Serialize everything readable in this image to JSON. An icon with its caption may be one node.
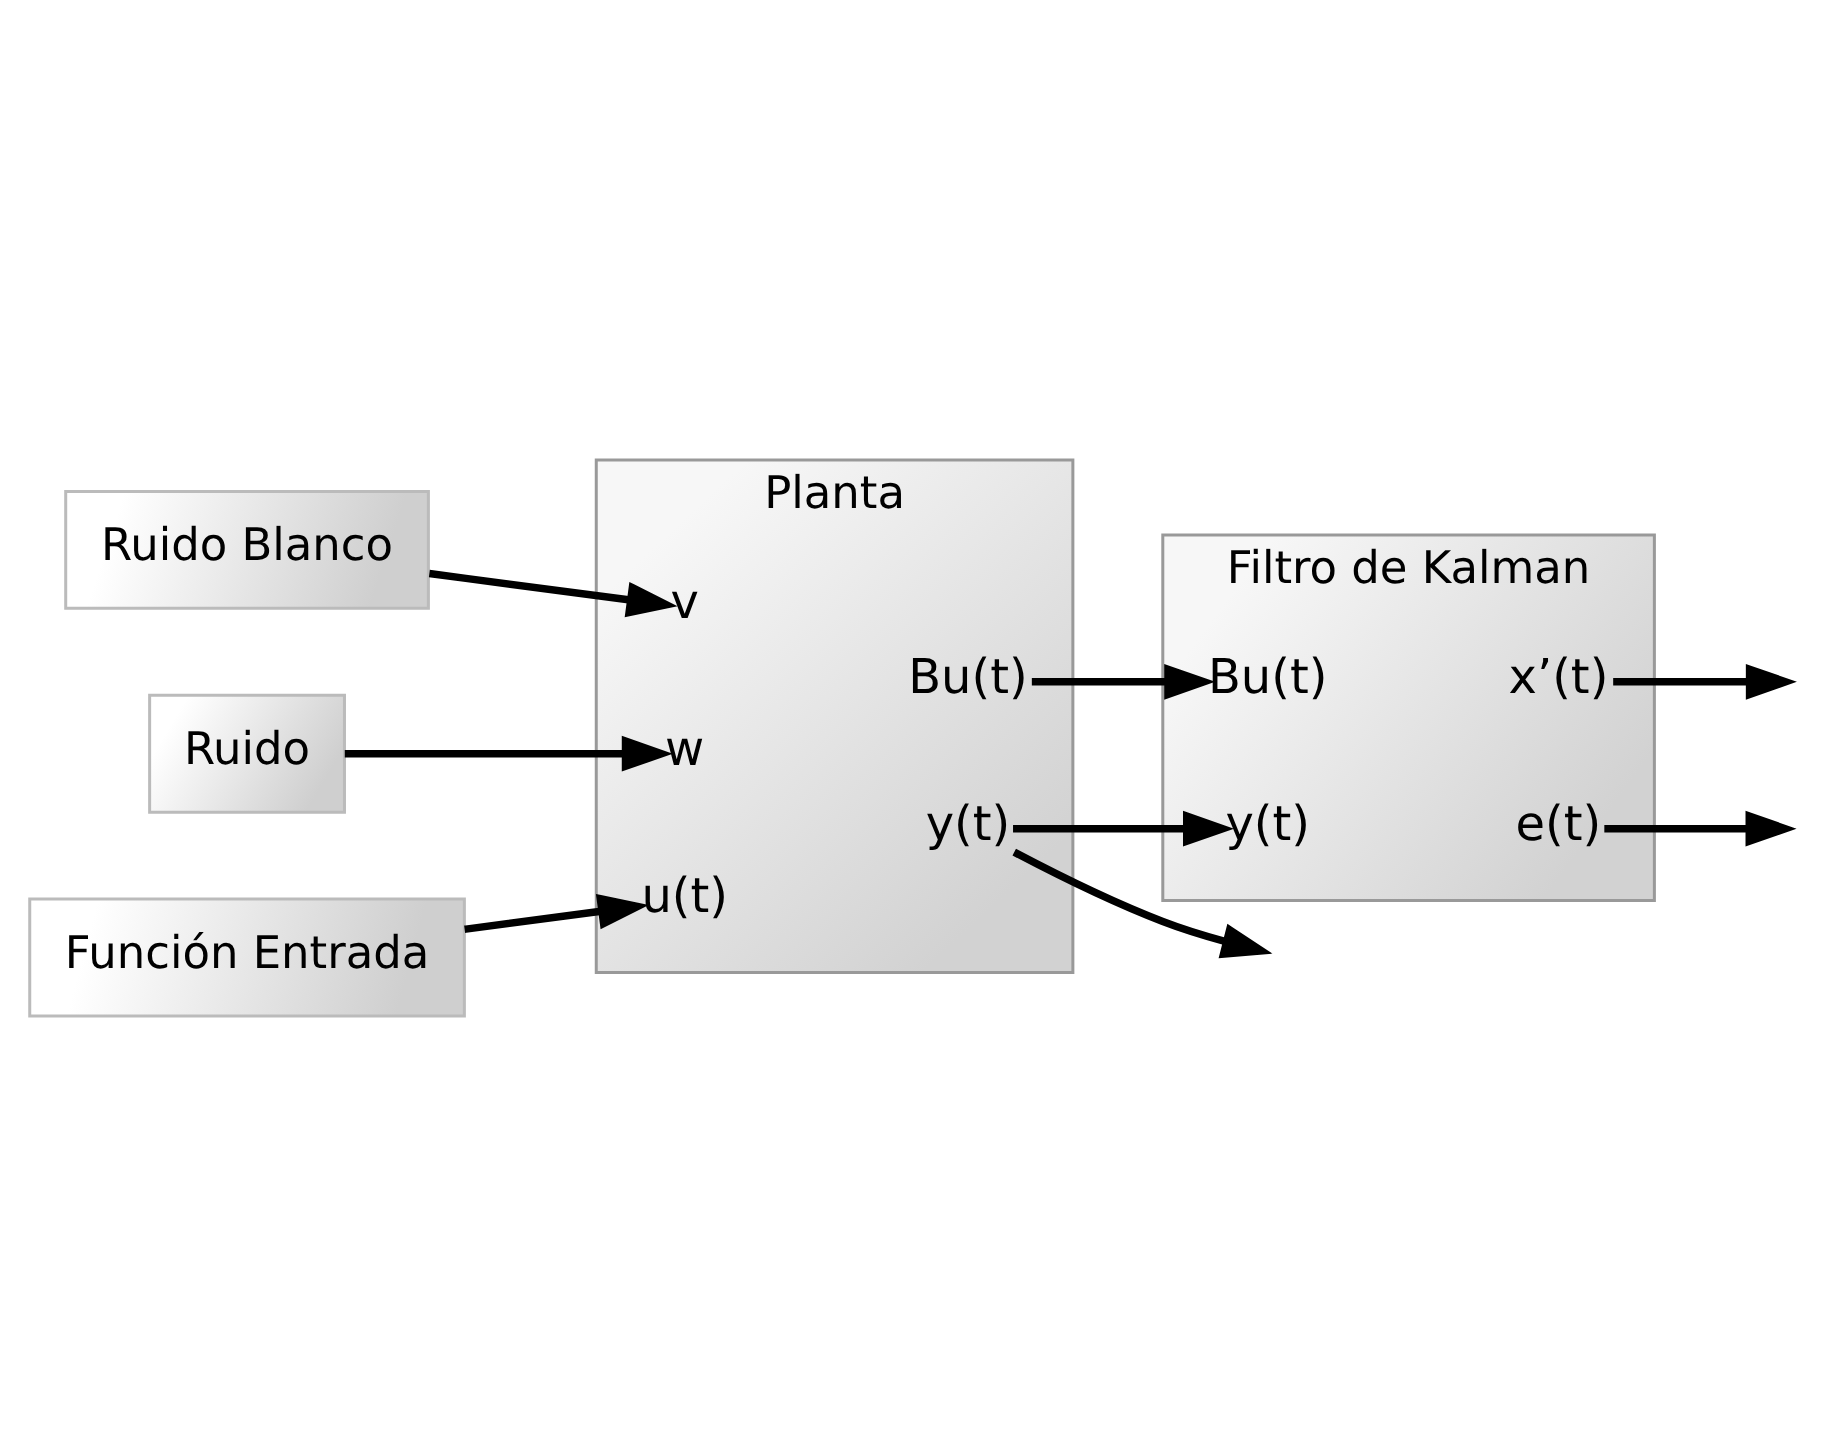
{
  "diagram": {
    "nodes": [
      {
        "text": [
          "Ruido Blanco"
        ]
      },
      {
        "text": [
          "Ruido"
        ]
      },
      {
        "text": [
          "Función Entrada"
        ]
      },
      {
        "text": [
          "Planta"
        ]
      },
      {
        "text": [
          "v"
        ],
        "in": 3
      },
      {
        "text": [
          "w"
        ],
        "in": 3
      },
      {
        "text": [
          "u(t)"
        ],
        "in": 3
      },
      {
        "text": [
          "y(t)"
        ],
        "in": 3
      },
      {
        "text": [
          "Bu(t)"
        ],
        "in": 3
      },
      {
        "text": [
          "Filtro de Kalman"
        ]
      },
      {
        "text": [
          "y(t)"
        ],
        "in": 9
      },
      {
        "text": [
          "Bu(t)"
        ],
        "in": 9
      },
      {
        "text": [
          "x’(t)"
        ],
        "in": 9
      },
      {
        "text": [
          "e(t)"
        ],
        "in": 9
      }
    ],
    "edges": [
      {
        "from": 0,
        "to": 4,
        "arrow": "to"
      },
      {
        "from": 1,
        "to": 5,
        "arrow": "to"
      },
      {
        "from": 2,
        "to": 6,
        "arrow": "to"
      },
      {
        "from": 7,
        "to": null,
        "arrow": "to"
      },
      {
        "from": 7,
        "to": 10,
        "arrow": "to"
      },
      {
        "from": 8,
        "to": 11,
        "arrow": "to"
      },
      {
        "from": 12,
        "to": null,
        "arrow": "to"
      },
      {
        "from": 13,
        "to": null,
        "arrow": "to"
      }
    ]
  }
}
